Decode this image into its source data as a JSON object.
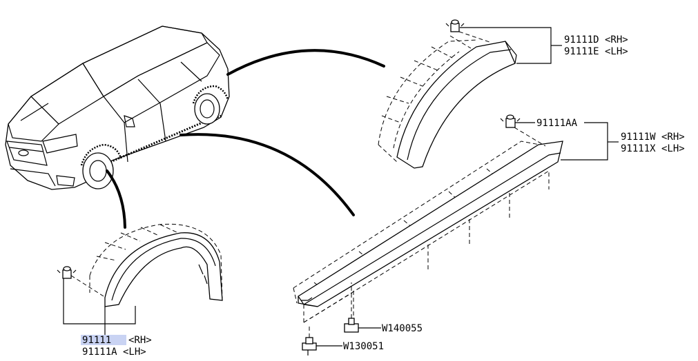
{
  "labels": {
    "front_arch": {
      "part_no": "91111",
      "rh": "<RH>",
      "lh_line": "91111A <LH>"
    },
    "rear_arch": {
      "rh_line": "91111D <RH>",
      "lh_line": "91111E <LH>"
    },
    "sill": {
      "rh_line": "91111W <RH>",
      "lh_line": "91111X <LH>"
    },
    "clip_sill": "91111AA",
    "clip_w140055": "W140055",
    "clip_w130051": "W130051"
  },
  "colors": {
    "highlight": "#c9d3f3",
    "line": "#000000",
    "background": "#ffffff"
  }
}
